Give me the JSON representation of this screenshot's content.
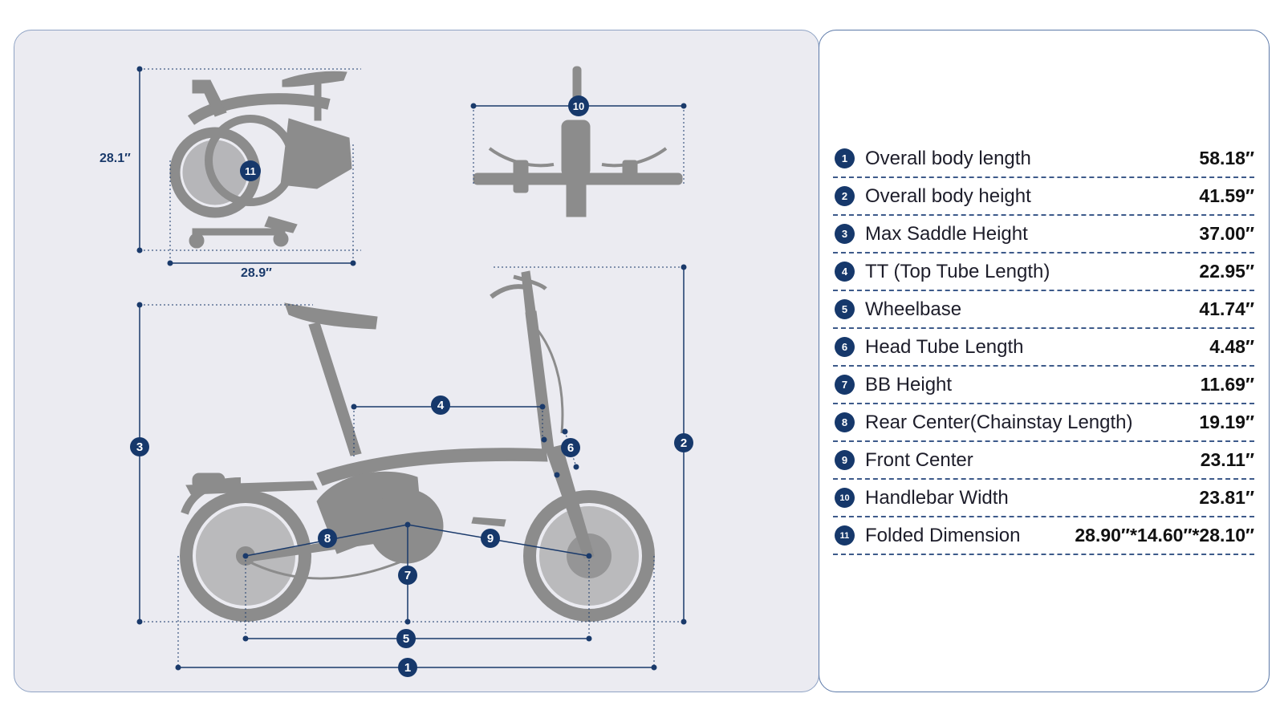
{
  "diagram": {
    "folded_height": "28.1″",
    "folded_width": "28.9″",
    "markers": [
      "1",
      "2",
      "3",
      "4",
      "5",
      "6",
      "7",
      "8",
      "9",
      "10",
      "11"
    ]
  },
  "specs": [
    {
      "num": "1",
      "label": "Overall body length",
      "value": "58.18″"
    },
    {
      "num": "2",
      "label": "Overall body height",
      "value": "41.59″"
    },
    {
      "num": "3",
      "label": "Max Saddle Height",
      "value": "37.00″"
    },
    {
      "num": "4",
      "label": "TT (Top Tube Length)",
      "value": "22.95″"
    },
    {
      "num": "5",
      "label": "Wheelbase",
      "value": "41.74″"
    },
    {
      "num": "6",
      "label": "Head Tube Length",
      "value": "4.48″"
    },
    {
      "num": "7",
      "label": "BB Height",
      "value": "11.69″"
    },
    {
      "num": "8",
      "label": "Rear Center(Chainstay Length)",
      "value": "19.19″"
    },
    {
      "num": "9",
      "label": "Front Center",
      "value": "23.11″"
    },
    {
      "num": "10",
      "label": "Handlebar Width",
      "value": "23.81″"
    },
    {
      "num": "11",
      "label": "Folded Dimension",
      "value": "28.90″*14.60″*28.10″"
    }
  ],
  "colors": {
    "badge": "#16386b",
    "bike": "#8c8c8c",
    "panel_bg": "#ebebf1",
    "dim_line": "#1a3a6b"
  }
}
